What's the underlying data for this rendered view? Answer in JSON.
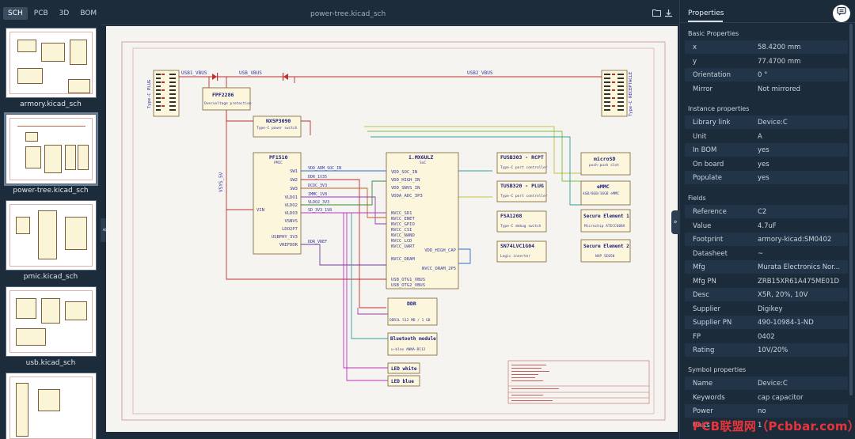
{
  "tabs": [
    "SCH",
    "PCB",
    "3D",
    "BOM"
  ],
  "filename": "power-tree.kicad_sch",
  "sheets": [
    {
      "label": "armory.kicad_sch"
    },
    {
      "label": "power-tree.kicad_sch"
    },
    {
      "label": "pmic.kicad_sch"
    },
    {
      "label": "usb.kicad_sch"
    },
    {
      "label": ""
    }
  ],
  "panel": {
    "title": "Properties",
    "basic_title": "Basic Properties",
    "basic": [
      {
        "k": "x",
        "v": "58.4200 mm"
      },
      {
        "k": "y",
        "v": "77.4700 mm"
      },
      {
        "k": "Orientation",
        "v": "0 °"
      },
      {
        "k": "Mirror",
        "v": "Not mirrored"
      }
    ],
    "instance_title": "Instance properties",
    "instance": [
      {
        "k": "Library link",
        "v": "Device:C"
      },
      {
        "k": "Unit",
        "v": "A"
      },
      {
        "k": "In BOM",
        "v": "yes"
      },
      {
        "k": "On board",
        "v": "yes"
      },
      {
        "k": "Populate",
        "v": "yes"
      }
    ],
    "fields_title": "Fields",
    "fields": [
      {
        "k": "Reference",
        "v": "C2"
      },
      {
        "k": "Value",
        "v": "4.7uF"
      },
      {
        "k": "Footprint",
        "v": "armory-kicad:SM0402"
      },
      {
        "k": "Datasheet",
        "v": "~"
      },
      {
        "k": "Mfg",
        "v": "Murata Electronics Nor..."
      },
      {
        "k": "Mfg PN",
        "v": "ZRB15XR61A475ME01D"
      },
      {
        "k": "Desc",
        "v": "X5R, 20%, 10V"
      },
      {
        "k": "Supplier",
        "v": "Digikey"
      },
      {
        "k": "Supplier PN",
        "v": "490-10984-1-ND"
      },
      {
        "k": "FP",
        "v": "0402"
      },
      {
        "k": "Rating",
        "v": "10V/20%"
      }
    ],
    "symbol_title": "Symbol properties",
    "symbol": [
      {
        "k": "Name",
        "v": "Device:C"
      },
      {
        "k": "Keywords",
        "v": "cap capacitor"
      },
      {
        "k": "Power",
        "v": "no"
      },
      {
        "k": "Units",
        "v": "1"
      }
    ]
  },
  "schematic": {
    "blocks": [
      {
        "title": "FPF2286",
        "sub": "Overvoltage protection"
      },
      {
        "title": "NX5P3090",
        "sub": "Type-C power switch"
      },
      {
        "title": "PF1510",
        "sub": "PMIC"
      },
      {
        "title": "i.MX6ULZ",
        "sub": "SoC"
      },
      {
        "title": "FUSB303 - RCPT",
        "sub": "Type-C port controller"
      },
      {
        "title": "TUSB320 - PLUG",
        "sub": "Type-C port controller"
      },
      {
        "title": "FSA1208",
        "sub": "Type-C debug switch"
      },
      {
        "title": "SN74LVC1G04",
        "sub": "Logic inverter"
      },
      {
        "title": "microSD",
        "sub": "push-push slot"
      },
      {
        "title": "eMMC",
        "sub": "4GB/8GB/16GB eMMC"
      },
      {
        "title": "Secure Element 1",
        "sub": "Microchip ATECC608A"
      },
      {
        "title": "Secure Element 2",
        "sub": "NXP SE050"
      },
      {
        "title": "DDR",
        "sub": "DDR3L 512 MB / 1 GB"
      },
      {
        "title": "Bluetooth module",
        "sub": "u-blox ANNA-B112"
      },
      {
        "title": "LED white",
        "sub": ""
      },
      {
        "title": "LED blue",
        "sub": ""
      }
    ],
    "nets": [
      "USB1_VBUS",
      "USB_VBUS",
      "USB2_VBUS",
      "VSYS_5V"
    ],
    "pmic_pins": [
      "SW1",
      "SW2",
      "SW3",
      "VLDO1",
      "VLDO2",
      "VLDO3",
      "VSNVS",
      "LDO2P7",
      "USBPHY_3V3",
      "VREFDDR",
      "VIN"
    ],
    "pmic_nets": [
      "VDD_ARM_SOC_IN",
      "DDR_1V35",
      "DCDC_3V3",
      "IMMC_1V8",
      "VLDO2_3V3",
      "SD_3V3_1V8",
      "DDR_VREF"
    ],
    "soc_pins": [
      "VDD_SOC_IN",
      "VDD_HIGH_IN",
      "VDD_SNVS_IN",
      "VDDA_ADC_3P3",
      "NVCC_SD1",
      "NVCC_ENET",
      "NVCC_GPIO",
      "NVCC_CSI",
      "NVCC_NAND",
      "NVCC_LCD",
      "NVCC_UART",
      "VDD_HIGH_CAP",
      "NVCC_DRAM",
      "NVCC_DRAM_2P5",
      "USB_OTG1_VBUS",
      "USB_OTG2_VBUS"
    ],
    "conn_left": "Type-C PLUG",
    "conn_right": "Type-C RECEPTACLE"
  }
}
